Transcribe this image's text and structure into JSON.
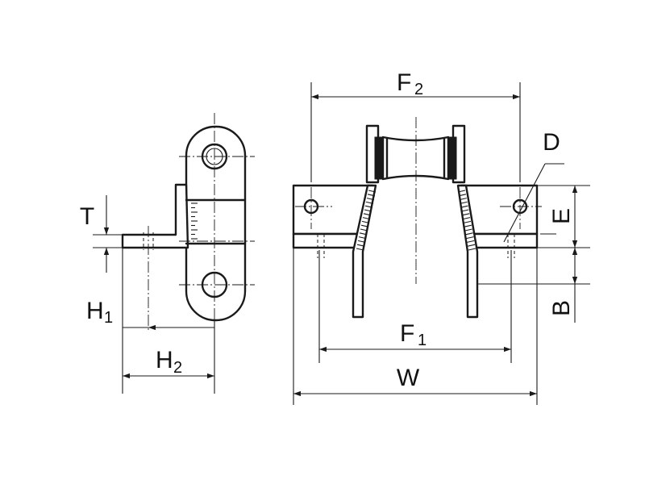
{
  "dimension_labels": {
    "F2": {
      "main": "F",
      "sub": "2"
    },
    "F1": {
      "main": "F",
      "sub": "1"
    },
    "W": "W",
    "D": "D",
    "E": "E",
    "B": "B",
    "T": "T",
    "H1": {
      "main": "H",
      "sub": "1"
    },
    "H2": {
      "main": "H",
      "sub": "2"
    }
  },
  "colors": {
    "line": "#1a1a1a",
    "background": "#ffffff"
  }
}
